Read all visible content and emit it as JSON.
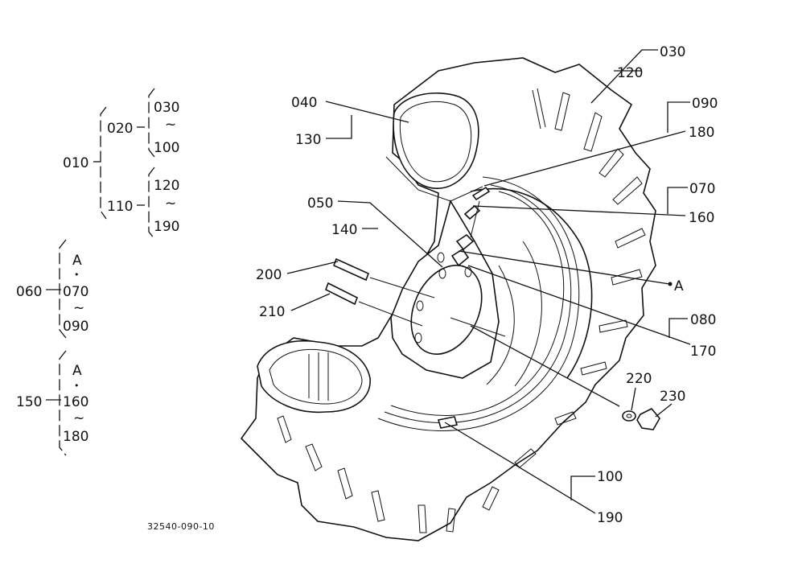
{
  "tree": {
    "n010": "010",
    "n020": "020",
    "n030": "030",
    "n100": "100",
    "n110": "110",
    "n120": "120",
    "n190": "190",
    "n060": "060",
    "n070": "070",
    "n090": "090",
    "n150": "150",
    "n160": "160",
    "n180": "180",
    "A1": "A",
    "A2": "A",
    "tilde": "~",
    "dot": "•"
  },
  "callouts": {
    "c030": "030",
    "c120": "120",
    "c040": "040",
    "c130": "130",
    "c090": "090",
    "c180": "180",
    "c050": "050",
    "c140": "140",
    "c070": "070",
    "c160": "160",
    "c200": "200",
    "c210": "210",
    "cA": "A",
    "c080": "080",
    "c170": "170",
    "c220": "220",
    "c230": "230",
    "c100": "100",
    "c190": "190"
  },
  "drawing_number": "32540-090-10"
}
